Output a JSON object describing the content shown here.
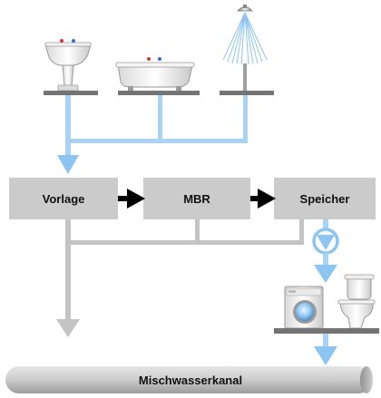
{
  "diagram": {
    "boxes": {
      "vorlage": "Vorlage",
      "mbr": "MBR",
      "speicher": "Speicher"
    },
    "sewer": {
      "label": "Mischwasserkanal"
    },
    "fixtures": [
      "sink-icon",
      "bathtub-icon",
      "shower-icon",
      "washing-machine-icon",
      "toilet-icon",
      "pump-icon"
    ],
    "colors": {
      "greywater_pipe": "#a9d2f5",
      "greywater_arrow": "#8cc4f2",
      "treated_pipe": "#c4c4c4",
      "box_fill": "#cbcbcb",
      "process_arrow": "#000000",
      "shelf": "#747474",
      "sewer_pipe": "#b5b5b5"
    }
  }
}
